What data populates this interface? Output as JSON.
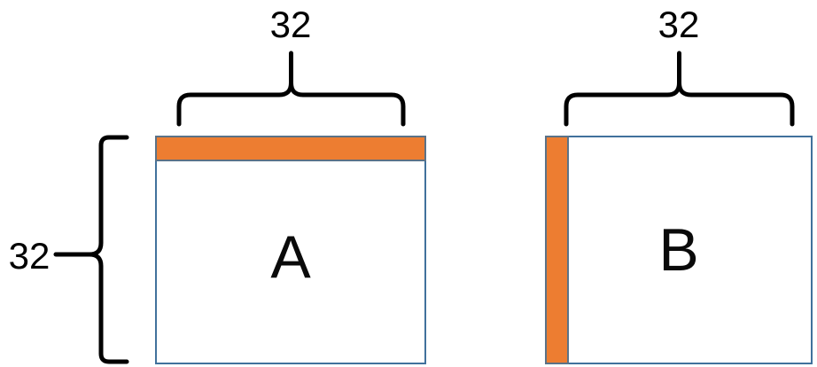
{
  "matrices": [
    {
      "label": "A",
      "highlight": "top-row",
      "col_count": "32",
      "row_count": "32"
    },
    {
      "label": "B",
      "highlight": "left-column",
      "col_count": "32"
    }
  ],
  "colors": {
    "highlight": "#ED7D31",
    "matrix-border": "#41719C",
    "strip-border": "#5B7287",
    "brace": "#000000",
    "text": "#000000"
  }
}
